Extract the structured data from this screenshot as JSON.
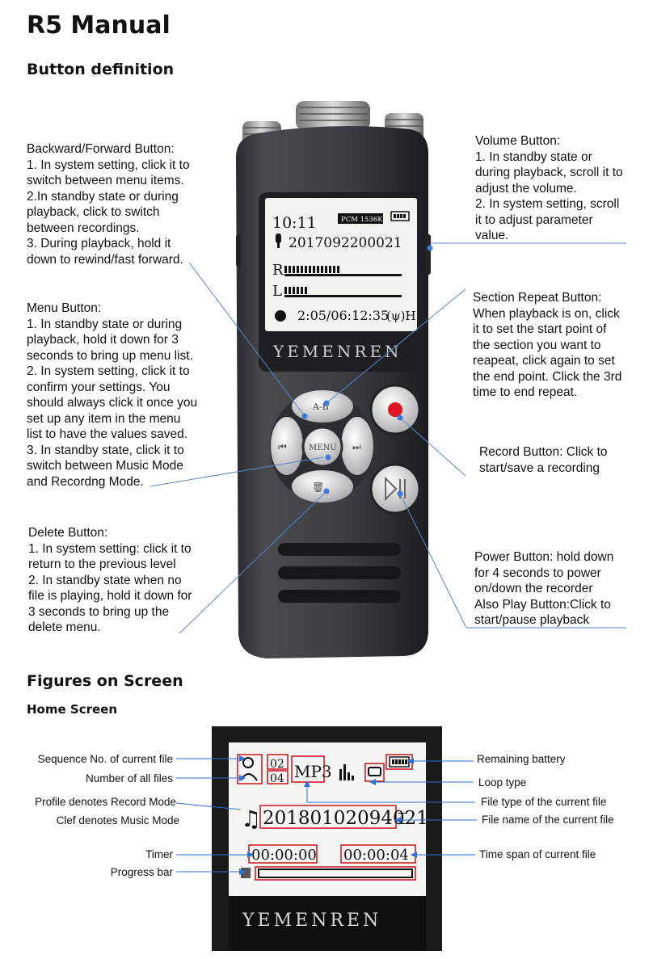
{
  "title": "R5 Manual",
  "section1": "Button definition",
  "notes": {
    "backward": {
      "title": "Backward/Forward Button",
      "body": ":\n1. In system setting, click it to\nswitch between menu items.\n2.In standby state or during\nplayback, click to switch\nbetween recordings.\n3. During playback, hold it\ndown to rewind/fast forward."
    },
    "menu": {
      "title": "Menu Button",
      "body": ":\n1. In standby state or during\nplayback, hold it down for 3\nseconds to bring up menu list.\n2. In system setting, click it to\nconfirm your settings. You\nshould always click it once you\nset up any item in the menu\nlist to have the values saved.\n3. In standby state, click it to\nswitch between Music Mode\nand Recordng Mode."
    },
    "delete": {
      "title": "Delete Button",
      "body": ":\n1. In system setting: click it to\nreturn to the previous level\n2. In standby state when no\nfile is playing, hold it down for\n3 seconds to bring up the\ndelete menu."
    },
    "volume": {
      "title": "Volume Button",
      "body": ":\n1. In standby state or\nduring playback, scroll it to\nadjust the volume.\n2. In system setting, scroll\nit to adjust parameter\nvalue."
    },
    "section_repeat": {
      "title": "Section Repeat Button",
      "body": ":\nWhen playback is on, click\nit to set the start point of\nthe section you want to\nreapeat, click again to set\nthe end point. Click the 3rd\ntime to end repeat."
    },
    "record": {
      "title": "Record Button",
      "body": ": Click to\nstart/save a recording"
    },
    "power": {
      "title": "Power Button",
      "body1": ": hold down\nfor 4 seconds to power\non/down the recorder\nAlso ",
      "play_title": "Play Button",
      "body2": ":Click to\nstart/pause playback"
    }
  },
  "device": {
    "brand": "YEMENREN",
    "screen": {
      "time": "10:11",
      "badge": "PCM 1536K",
      "filename": "2017092200021",
      "r": "R",
      "l": "L",
      "progress": "2:05/06:12:35",
      "mode": "(ψ)H"
    },
    "buttons": {
      "ab": "A-B",
      "menu": "MENU"
    }
  },
  "section2": "Figures on Screen",
  "section3": "Home Screen",
  "home_screen": {
    "seq": "02",
    "total": "04",
    "filetype": "MP3",
    "filename": "20180102094021",
    "timer": "00:00:00",
    "timespan": "00:00:04",
    "brand": "YEMENREN"
  },
  "labels_left": [
    "Sequence No. of current file",
    "Number of all files",
    "Profile denotes Record Mode",
    "Clef denotes Music Mode",
    "Timer",
    "Progress bar"
  ],
  "labels_right": [
    "Remaining battery",
    "Loop type",
    "File type of the current file",
    "File name of the current file",
    "Time span of current file"
  ]
}
